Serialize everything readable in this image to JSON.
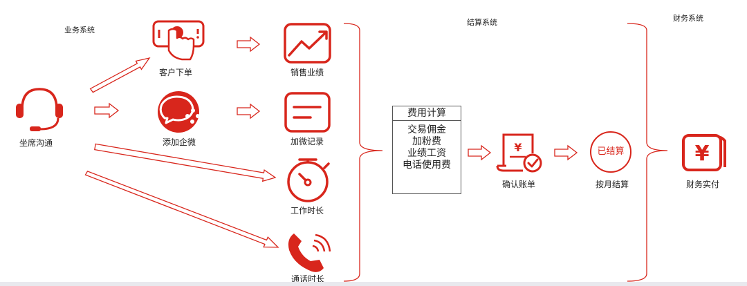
{
  "colors": {
    "accent": "#d8261c",
    "text": "#222222",
    "box_border": "#555555"
  },
  "systems": {
    "business": "业务系统",
    "settlement": "结算系统",
    "finance": "财务系统"
  },
  "nodes": {
    "agent": {
      "label": "坐席沟通",
      "icon": "headset-icon"
    },
    "order": {
      "label": "客户下单",
      "icon": "phone-tap-icon"
    },
    "wecom": {
      "label": "添加企微",
      "icon": "wecom-chat-icon"
    },
    "sales": {
      "label": "销售业绩",
      "icon": "trend-chart-icon"
    },
    "wecom_record": {
      "label": "加微记录",
      "icon": "record-icon"
    },
    "work_time": {
      "label": "工作时长",
      "icon": "stopwatch-icon"
    },
    "call_time": {
      "label": "通话时长",
      "icon": "phone-call-icon"
    },
    "confirm_bill": {
      "label": "确认账单",
      "icon": "bill-icon"
    },
    "monthly_settle": {
      "label": "按月结算",
      "icon": "settled-stamp-icon",
      "stamp_text": "已结算"
    },
    "finance_pay": {
      "label": "财务实付",
      "icon": "wallet-icon"
    }
  },
  "cost_calc": {
    "title": "费用计算",
    "items": [
      "交易佣金",
      "加粉费",
      "业绩工资",
      "电话使用费"
    ]
  },
  "edges": [
    {
      "from": "agent",
      "to": "order"
    },
    {
      "from": "agent",
      "to": "wecom"
    },
    {
      "from": "agent",
      "to": "work_time"
    },
    {
      "from": "agent",
      "to": "call_time"
    },
    {
      "from": "order",
      "to": "sales"
    },
    {
      "from": "wecom",
      "to": "wecom_record"
    },
    {
      "from": "cost_calc",
      "to": "confirm_bill"
    },
    {
      "from": "confirm_bill",
      "to": "monthly_settle"
    }
  ]
}
